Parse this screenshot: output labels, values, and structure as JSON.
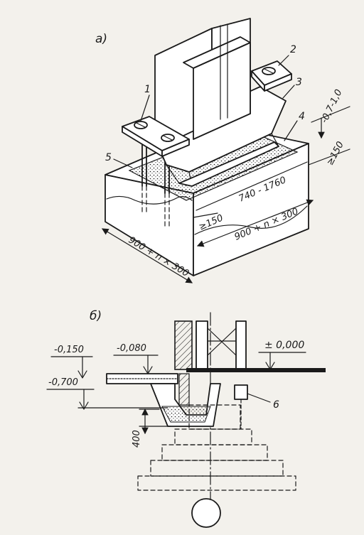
{
  "colors": {
    "ink": "#1a1a1a",
    "paper": "#f3f1ec",
    "metal": "#ffffff",
    "grout": "#c9c4b8"
  },
  "figure_a": {
    "label": "а)",
    "callouts": [
      "1",
      "2",
      "3",
      "4",
      "5"
    ],
    "dimensions": {
      "depth": "-0,7-1,0",
      "edge_right": "≥150",
      "base_width": "740 - 1760",
      "edge_front": "≥150",
      "width_front": "900 + n × 300",
      "width_left": "900 + n × 300"
    }
  },
  "figure_b": {
    "label": "б)",
    "callouts": [
      "6"
    ],
    "elevations": {
      "zero": "± 0,000",
      "level_1": "-0,150",
      "level_2": "-0,080",
      "level_3": "-0,700"
    },
    "dimension_vertical": "400"
  }
}
